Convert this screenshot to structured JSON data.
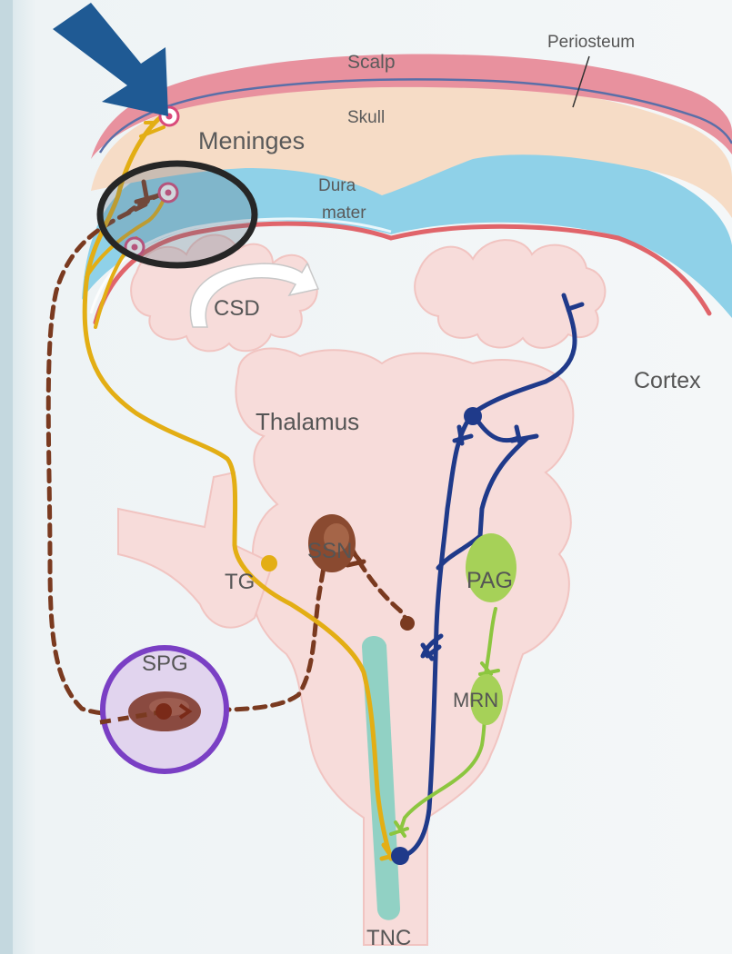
{
  "labels": {
    "periosteum": "Periosteum",
    "scalp": "Scalp",
    "skull": "Skull",
    "meninges": "Meninges",
    "dura_line1": "Dura",
    "dura_line2": "mater",
    "csd": "CSD",
    "cortex": "Cortex",
    "thalamus": "Thalamus",
    "ssn": "SSN",
    "tg": "TG",
    "pag": "PAG",
    "spg": "SPG",
    "mrn": "MRN",
    "tnc": "TNC"
  },
  "colors": {
    "scalp": "#e8919e",
    "skull": "#f6dcc6",
    "dura": "#8fd1e8",
    "brain": "#f7dcda",
    "trigeminal_pathway": "#e3ae14",
    "descending_pathway": "#1f3a8a",
    "parasympathetic_pathway": "#7a3a20",
    "modulatory_pathway": "#8cc63f",
    "highlight_arrow": "#1f5a94",
    "spg_highlight": "#7a3fc4",
    "tnc_column": "#7fcfc0"
  }
}
